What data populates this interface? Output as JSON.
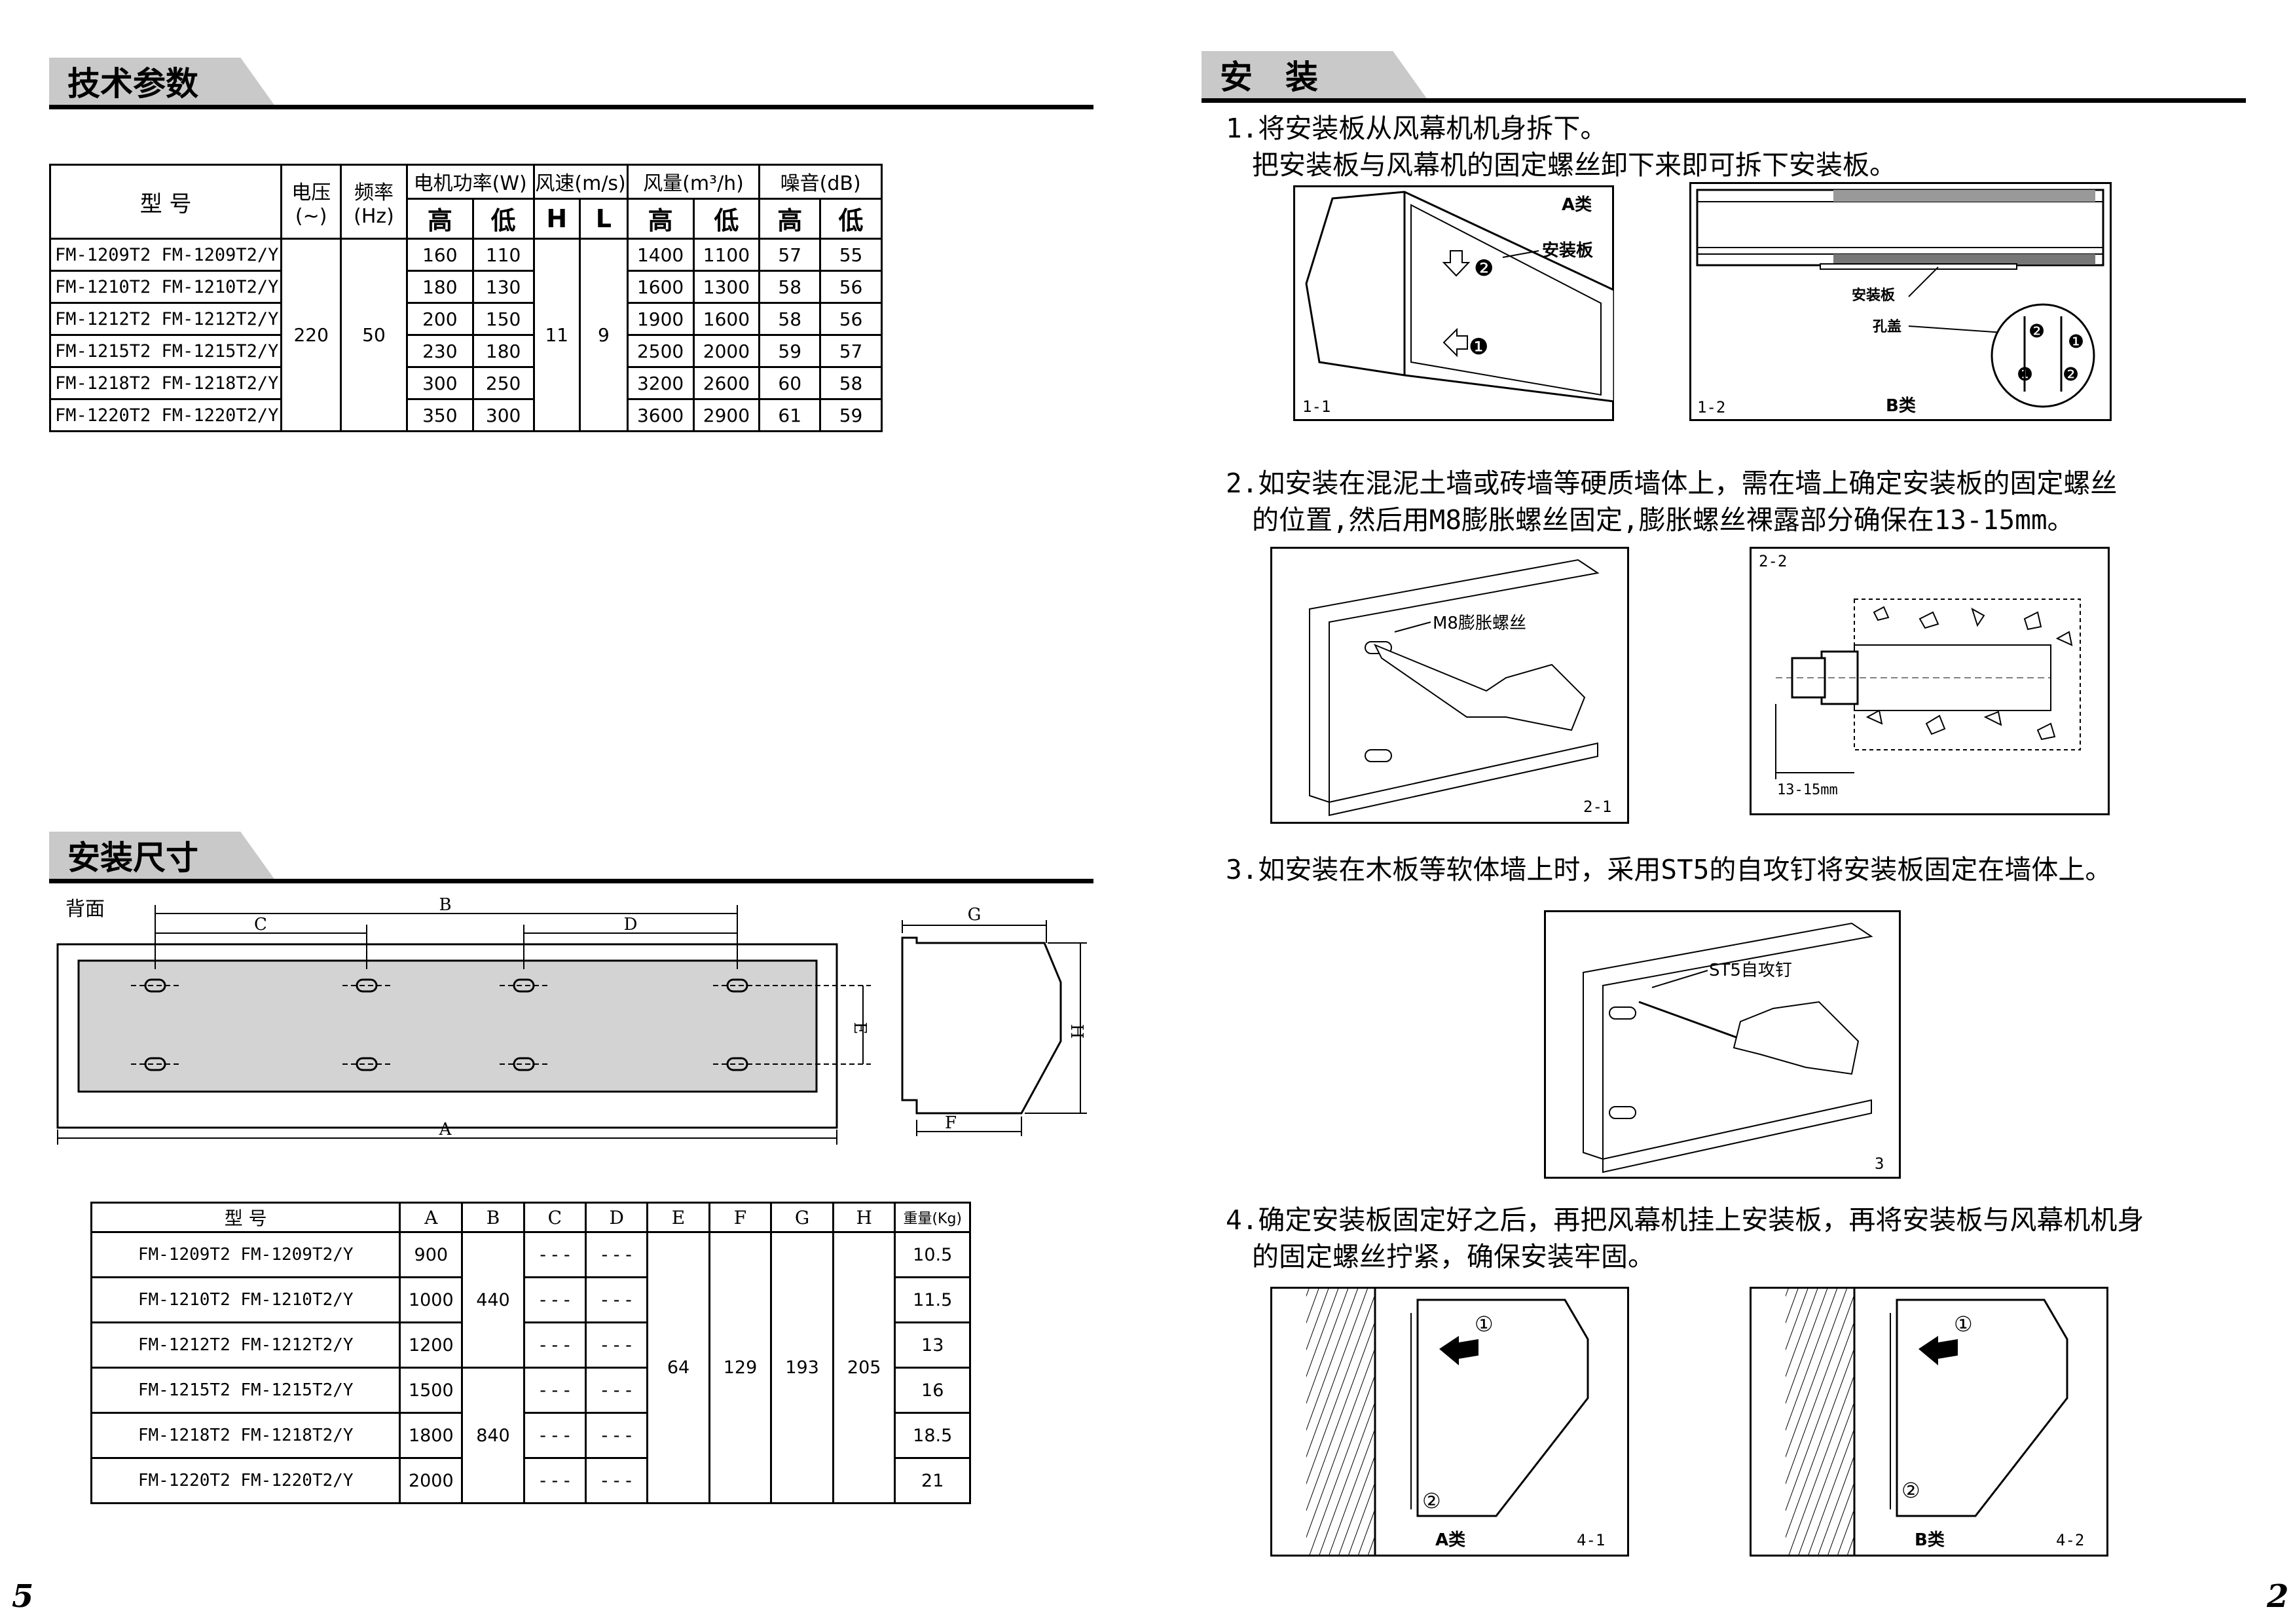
{
  "left": {
    "specs_title": "技术参数",
    "specs_table": {
      "h_model": "型 号",
      "h_voltage": "电压",
      "h_voltage_unit": "(~)",
      "h_freq": "频率",
      "h_freq_unit": "(Hz)",
      "h_power": "电机功率(W)",
      "h_wind": "风速(m/s)",
      "h_flow": "风量(m³/h)",
      "h_noise": "噪音(dB)",
      "sub_high": "高",
      "sub_low": "低",
      "sub_H": "H",
      "sub_L": "L",
      "voltage": "220",
      "freq": "50",
      "wind_h": "11",
      "wind_l": "9",
      "rows": [
        {
          "model": "FM-1209T2 FM-1209T2/Y",
          "p_hi": "160",
          "p_lo": "110",
          "f_hi": "1400",
          "f_lo": "1100",
          "n_hi": "57",
          "n_lo": "55"
        },
        {
          "model": "FM-1210T2 FM-1210T2/Y",
          "p_hi": "180",
          "p_lo": "130",
          "f_hi": "1600",
          "f_lo": "1300",
          "n_hi": "58",
          "n_lo": "56"
        },
        {
          "model": "FM-1212T2 FM-1212T2/Y",
          "p_hi": "200",
          "p_lo": "150",
          "f_hi": "1900",
          "f_lo": "1600",
          "n_hi": "58",
          "n_lo": "56"
        },
        {
          "model": "FM-1215T2 FM-1215T2/Y",
          "p_hi": "230",
          "p_lo": "180",
          "f_hi": "2500",
          "f_lo": "2000",
          "n_hi": "59",
          "n_lo": "57"
        },
        {
          "model": "FM-1218T2 FM-1218T2/Y",
          "p_hi": "300",
          "p_lo": "250",
          "f_hi": "3200",
          "f_lo": "2600",
          "n_hi": "60",
          "n_lo": "58"
        },
        {
          "model": "FM-1220T2 FM-1220T2/Y",
          "p_hi": "350",
          "p_lo": "300",
          "f_hi": "3600",
          "f_lo": "2900",
          "n_hi": "61",
          "n_lo": "59"
        }
      ]
    },
    "dims_title": "安装尺寸",
    "back_label": "背面",
    "dim_labels": {
      "A": "A",
      "B": "B",
      "C": "C",
      "D": "D",
      "E": "E",
      "F": "F",
      "G": "G",
      "H": "H"
    },
    "dims_table": {
      "h_model": "型 号",
      "cols": [
        "A",
        "B",
        "C",
        "D",
        "E",
        "F",
        "G",
        "H"
      ],
      "h_weight": "重量(Kg)",
      "B_a": "440",
      "B_b": "840",
      "E": "64",
      "F": "129",
      "G": "193",
      "H": "205",
      "dash": "- - -",
      "rows": [
        {
          "model": "FM-1209T2  FM-1209T2/Y",
          "A": "900",
          "w": "10.5"
        },
        {
          "model": "FM-1210T2  FM-1210T2/Y",
          "A": "1000",
          "w": "11.5"
        },
        {
          "model": "FM-1212T2  FM-1212T2/Y",
          "A": "1200",
          "w": "13"
        },
        {
          "model": "FM-1215T2  FM-1215T2/Y",
          "A": "1500",
          "w": "16"
        },
        {
          "model": "FM-1218T2  FM-1218T2/Y",
          "A": "1800",
          "w": "18.5"
        },
        {
          "model": "FM-1220T2  FM-1220T2/Y",
          "A": "2000",
          "w": "21"
        }
      ]
    },
    "page_number": "5"
  },
  "right": {
    "install_title": "安　装",
    "step1_line1": "1.将安装板从风幕机机身拆下。",
    "step1_line2": "把安装板与风幕机的固定螺丝卸下来即可拆下安装板。",
    "fig1_1": {
      "type_label": "A类",
      "plate_label": "安装板",
      "caption": "1-1",
      "n1": "❶",
      "n2": "❷"
    },
    "fig1_2": {
      "type_label": "B类",
      "plate_label": "安装板",
      "hole_label": "孔盖",
      "caption": "1-2",
      "n1": "❶",
      "n2": "❷"
    },
    "step2_line1": "2.如安装在混泥土墙或砖墙等硬质墙体上，需在墙上确定安装板的固定螺丝",
    "step2_line2": "的位置,然后用M8膨胀螺丝固定,膨胀螺丝裸露部分确保在13-15mm。",
    "fig2_1": {
      "label": "M8膨胀螺丝",
      "caption": "2-1"
    },
    "fig2_2": {
      "caption": "2-2",
      "dim": "13-15mm"
    },
    "step3_line1": "3.如安装在木板等软体墙上时，采用ST5的自攻钉将安装板固定在墙体上。",
    "fig3": {
      "label": "ST5自攻钉",
      "caption": "3"
    },
    "step4_line1": "4.确定安装板固定好之后，再把风幕机挂上安装板，再将安装板与风幕机机身",
    "step4_line2": "的固定螺丝拧紧，确保安装牢固。",
    "fig4_1": {
      "type_label": "A类",
      "caption": "4-1",
      "c1": "①",
      "c2": "②"
    },
    "fig4_2": {
      "type_label": "B类",
      "caption": "4-2",
      "c1": "①",
      "c2": "②"
    },
    "page_number": "2"
  }
}
